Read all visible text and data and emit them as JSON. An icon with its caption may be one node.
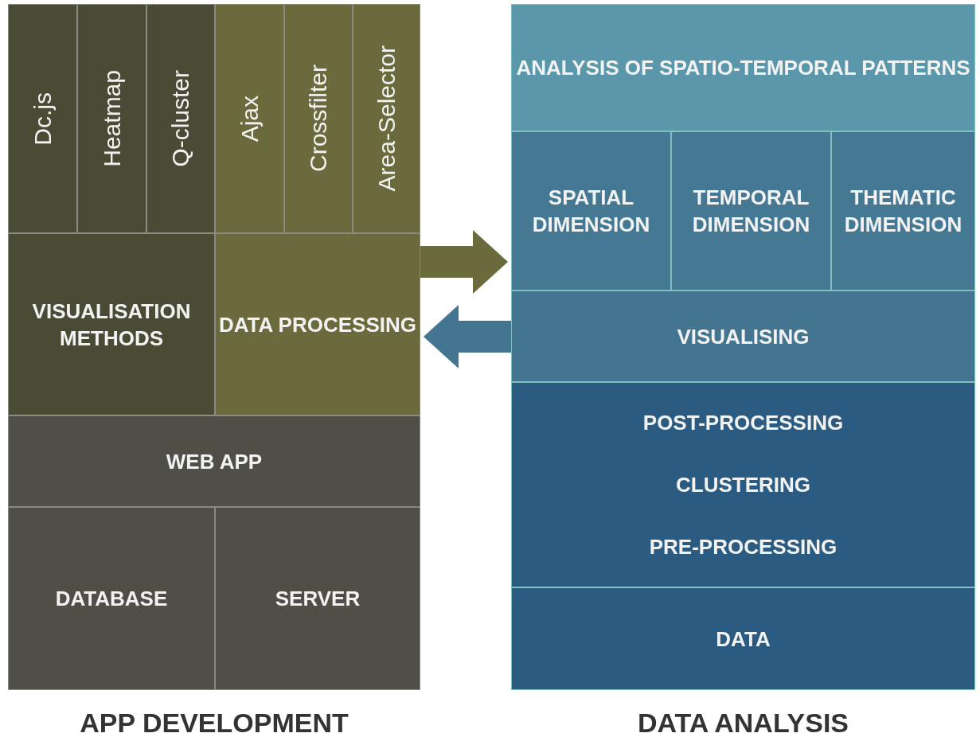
{
  "diagram": {
    "nodes": [
      {
        "text": [
          "Dc.js"
        ]
      },
      {
        "text": [
          "Heatmap"
        ]
      },
      {
        "text": [
          "Q-cluster"
        ]
      },
      {
        "text": [
          "Ajax"
        ]
      },
      {
        "text": [
          "Crossfilter"
        ]
      },
      {
        "text": [
          "Area-Selector"
        ]
      },
      {
        "text": [
          "VISUALISATION METHODS"
        ]
      },
      {
        "text": [
          "DATA PROCESSING"
        ]
      },
      {
        "text": [
          "WEB APP"
        ]
      },
      {
        "text": [
          "DATABASE"
        ]
      },
      {
        "text": [
          "SERVER"
        ]
      },
      {
        "text": [
          "ANALYSIS OF SPATIO-TEMPORAL PATTERNS"
        ]
      },
      {
        "text": [
          "SPATIAL DIMENSION"
        ]
      },
      {
        "text": [
          "TEMPORAL DIMENSION"
        ]
      },
      {
        "text": [
          "THEMATIC DIMENSION"
        ]
      },
      {
        "text": [
          "VISUALISING"
        ]
      },
      {
        "text": [
          "POST-PROCESSING",
          "CLUSTERING",
          "PRE-PROCESSING"
        ]
      },
      {
        "text": [
          "DATA"
        ]
      }
    ],
    "edges": [
      {
        "from": 7,
        "to": 12,
        "arrow": "to",
        "color": "#6b6a3c"
      },
      {
        "from": 15,
        "to": 7,
        "arrow": "to",
        "color": "#437591"
      }
    ],
    "labels": [
      "APP DEVELOPMENT",
      "DATA ANALYSIS"
    ]
  }
}
